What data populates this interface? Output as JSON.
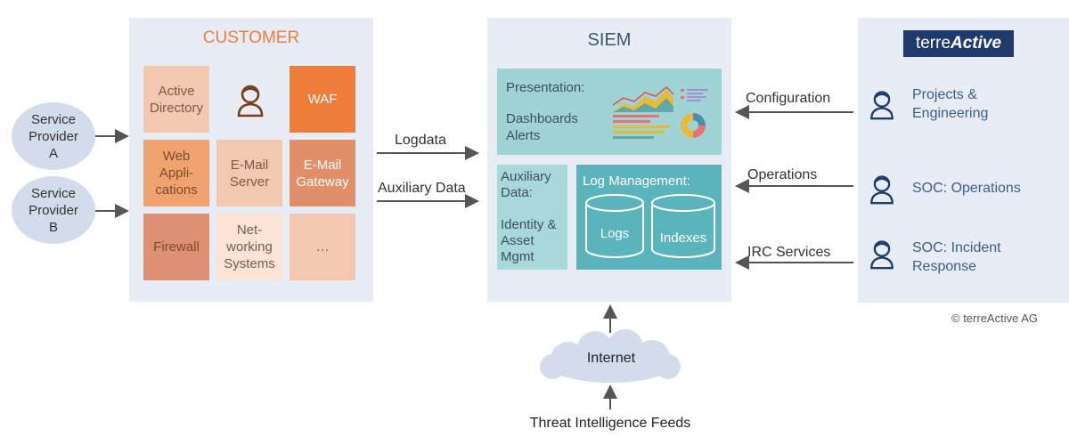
{
  "service_providers": [
    {
      "label": "Service\nProvider\nA"
    },
    {
      "label": "Service\nProvider\nB"
    }
  ],
  "customer": {
    "title": "CUSTOMER",
    "tiles": [
      {
        "label": "Active\nDirectory"
      },
      {
        "label": "WAF"
      },
      {
        "label": "Web\nAppli-\ncations"
      },
      {
        "label": "E-Mail\nServer"
      },
      {
        "label": "E-Mail\nGateway"
      },
      {
        "label": "Firewall"
      },
      {
        "label": "Net-\nworking\nSystems"
      },
      {
        "label": "…"
      }
    ],
    "user_icon": "person-icon"
  },
  "flows_in": {
    "logdata": "Logdata",
    "auxiliary": "Auxiliary Data"
  },
  "siem": {
    "title": "SIEM",
    "presentation": {
      "title": "Presentation:",
      "text": "Dashboards\nAlerts"
    },
    "auxiliary": {
      "text": "Auxiliary\nData:\n\nIdentity &\nAsset\nMgmt"
    },
    "log_management": {
      "title": "Log Management:",
      "logs": "Logs",
      "indexes": "Indexes"
    }
  },
  "vendor": {
    "logo_prefix": "terre",
    "logo_suffix": "Active",
    "roles": [
      {
        "label": "Projects &\nEngineering",
        "flow": "Configuration"
      },
      {
        "label": "SOC: Operations",
        "flow": "Operations"
      },
      {
        "label": "SOC: Incident\nResponse",
        "flow": "IRC Services"
      }
    ],
    "copyright": "© terreActive AG"
  },
  "internet": {
    "label": "Internet",
    "feeds": "Threat Intelligence Feeds"
  },
  "colors": {
    "accent_orange": "#ee7d3c",
    "panel": "#e8edf5",
    "teal": "#5bb3bb",
    "teal_light": "#9fd3d6",
    "navy": "#1f3a6b",
    "cloud": "#d2dcea"
  }
}
